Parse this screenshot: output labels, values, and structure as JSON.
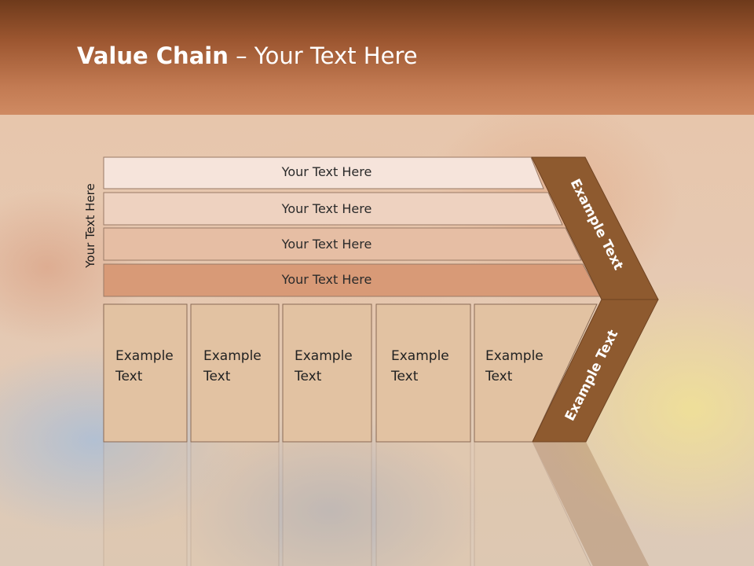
{
  "title": {
    "bold": "Value Chain",
    "rest": " – Your Text Here"
  },
  "side_label": "Your Text Here",
  "bars": [
    {
      "label": "Your Text Here",
      "color": "#f6e4db"
    },
    {
      "label": "Your Text Here",
      "color": "#eed2c0"
    },
    {
      "label": "Your Text Here",
      "color": "#e6bea4"
    },
    {
      "label": "Your Text Here",
      "color": "#d89a77"
    }
  ],
  "columns": [
    {
      "line1": "Example",
      "line2": "Text"
    },
    {
      "line1": "Example",
      "line2": "Text"
    },
    {
      "line1": "Example",
      "line2": "Text"
    },
    {
      "line1": "Example",
      "line2": "Text"
    },
    {
      "line1": "Example",
      "line2": "Text"
    }
  ],
  "chevron_top_label": "Example Text",
  "chevron_bottom_label": "Example Text",
  "colors": {
    "header": "#a5603a",
    "chevron": "#8e5a2f",
    "column_fill": "#e2c2a2",
    "border": "#8a6a55"
  }
}
